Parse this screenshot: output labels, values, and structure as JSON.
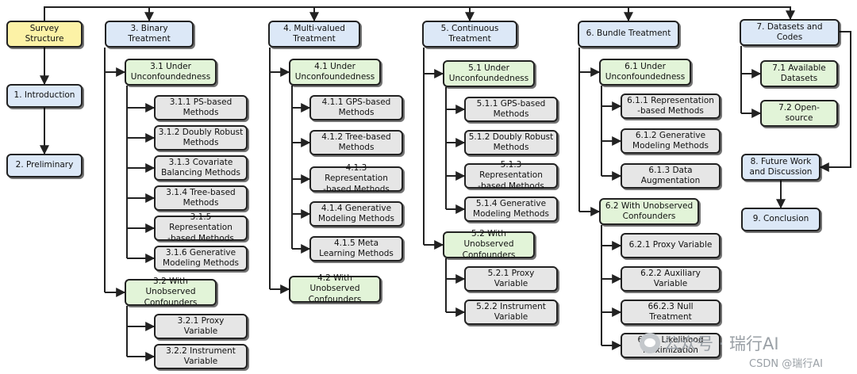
{
  "nodes": {
    "survey": "Survey\nStructure",
    "intro": "1. Introduction",
    "prelim": "2. Preliminary",
    "binary": "3. Binary\nTreatment",
    "b31": "3.1 Under\nUnconfoundedness",
    "b311": "3.1.1 PS-based\nMethods",
    "b312": "3.1.2 Doubly Robust\nMethods",
    "b313": "3.1.3 Covariate\nBalancing Methods",
    "b314": "3.1.4 Tree-based\nMethods",
    "b315": "3.1.5 Representation\n-based Methods",
    "b316": "3.1.6 Generative\nModeling Methods",
    "b32": "3.2 With Unobserved\nConfounders",
    "b321": "3.2.1 Proxy\nVariable",
    "b322": "3.2.2 Instrument\nVariable",
    "multi": "4. Multi-valued\nTreatment",
    "m41": "4.1 Under\nUnconfoundedness",
    "m411": "4.1.1 GPS-based\nMethods",
    "m412": "4.1.2 Tree-based\nMethods",
    "m413": "4.1.3 Representation\n-based Methods",
    "m414": "4.1.4 Generative\nModeling Methods",
    "m415": "4.1.5 Meta\nLearning Methods",
    "m42": "4.2 With Unobserved\nConfounders",
    "cont": "5. Continuous\nTreatment",
    "c51": "5.1 Under\nUnconfoundedness",
    "c511": "5.1.1 GPS-based\nMethods",
    "c512": "5.1.2 Doubly Robust\nMethods",
    "c513": "5.1.3 Representation\n-based Methods",
    "c514": "5.1.4 Generative\nModeling Methods",
    "c52": "5.2 With Unobserved\nConfounders",
    "c521": "5.2.1 Proxy\nVariable",
    "c522": "5.2.2 Instrument\nVariable",
    "bundle": "6. Bundle Treatment",
    "d61": "6.1 Under\nUnconfoundedness",
    "d611": "6.1.1 Representation\n-based Methods",
    "d612": "6.1.2 Generative\nModeling Methods",
    "d613": "6.1.3 Data\nAugmentation",
    "d62": "6.2 With Unobserved\nConfounders",
    "d621": "6.2.1 Proxy Variable",
    "d622": "6.2.2 Auxiliary\nVariable",
    "d623": "66.2.3 Null\nTreatment",
    "d624": "6.2.4 Likelihood\nMaximization",
    "datasets": "7. Datasets and\nCodes",
    "e71": "7.1 Available\nDatasets",
    "e72": "7.2 Open-\nsource",
    "future": "8. Future Work\nand Discussion",
    "conclusion": "9. Conclusion"
  },
  "watermark": {
    "wechat": "公众号 · 瑞行AI",
    "csdn": "CSDN @瑞行AI"
  },
  "colors": {
    "yellow": "#fcf2a6",
    "blue": "#dce8f7",
    "green": "#e2f4d8",
    "gray": "#e6e6e6",
    "line": "#222222"
  }
}
